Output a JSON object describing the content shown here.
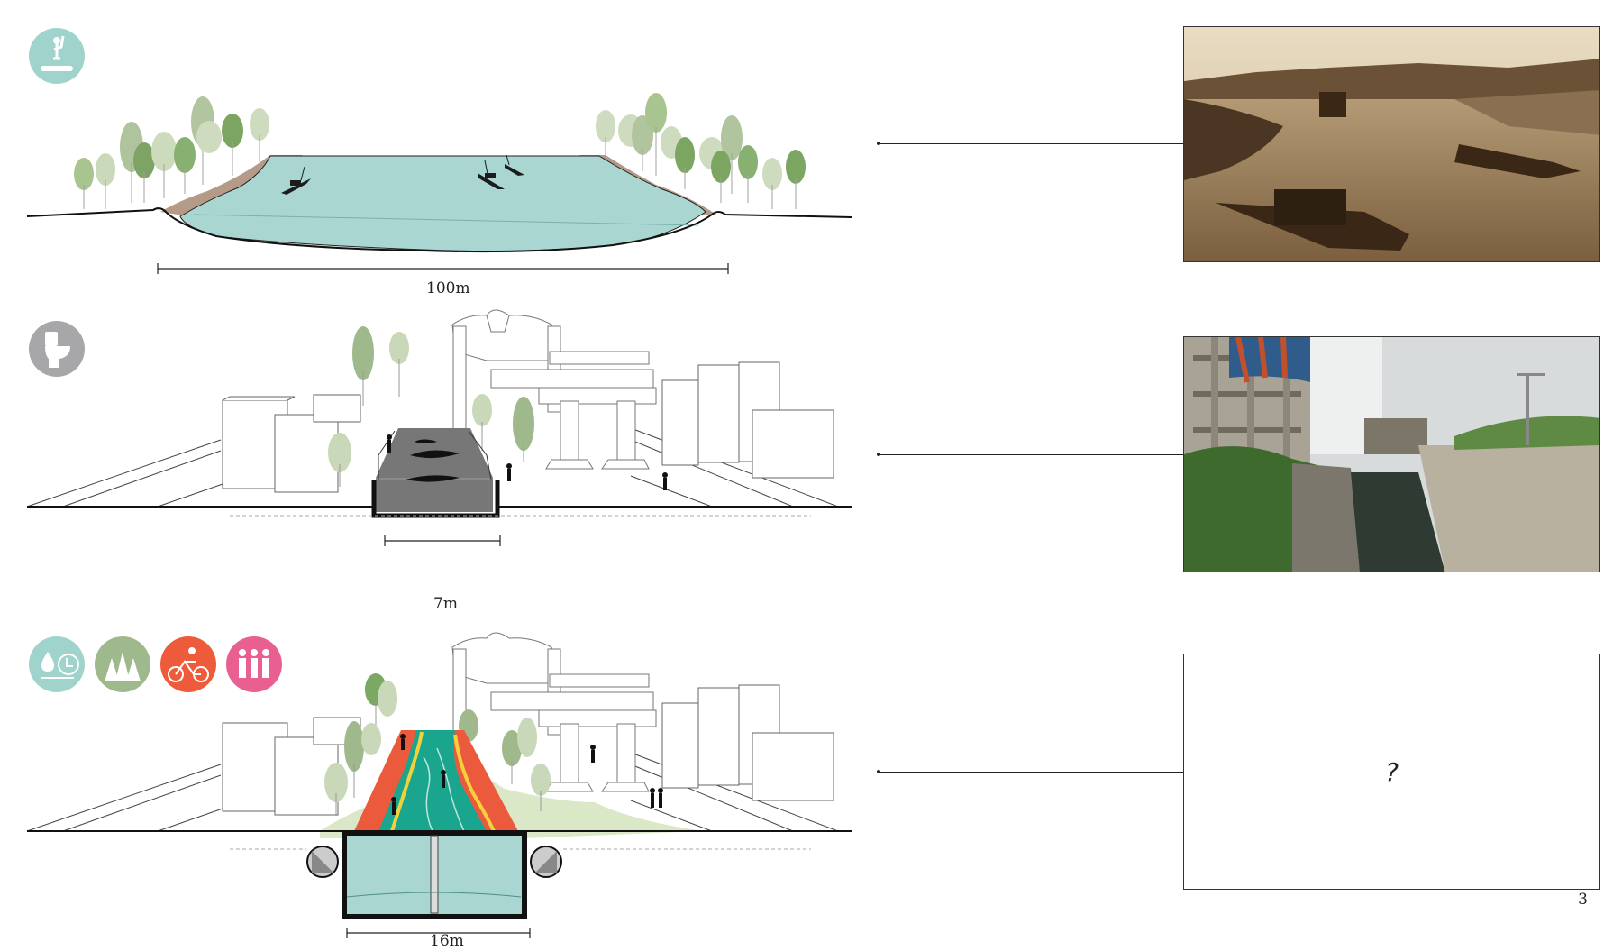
{
  "sections": [
    {
      "id": "past",
      "dimension_label": "100m",
      "photo": "historic-river-photo"
    },
    {
      "id": "present",
      "dimension_label": "7m",
      "photo": "concrete-canal-photo"
    },
    {
      "id": "future",
      "dimension_label": "16m",
      "photo_placeholder": "?"
    }
  ],
  "icons": {
    "row1": [
      "paddle-board-icon"
    ],
    "row2": [
      "toilet-icon"
    ],
    "row3": [
      "water-management-icon",
      "forest-icon",
      "cycling-icon",
      "people-icon"
    ]
  },
  "colors": {
    "water": "#a9d6d1",
    "bank": "#b59a88",
    "tree": "#8aa56f",
    "sewage": "#777777",
    "teal_path": "#1aa58f",
    "red_path": "#ec5a3e",
    "yellow_line": "#f2d23a",
    "green_ground": "#dbe8c8",
    "icon_teal": "#9fd3cc",
    "icon_grey": "#a7a7aa",
    "icon_green": "#9fb98d",
    "icon_orange": "#ee5b3a",
    "icon_pink": "#ea5f92"
  },
  "page_number": "3"
}
